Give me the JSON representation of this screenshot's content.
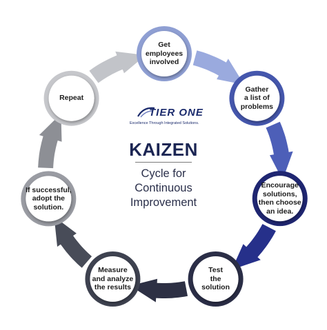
{
  "logo": {
    "wordmark": "TIER ONE",
    "tagline": "Excellence Through Integrated Solutions."
  },
  "center": {
    "title": "KAIZEN",
    "subtitle": "Cycle for\nContinuous\nImprovement"
  },
  "steps": [
    {
      "label": "Get\nemployees\ninvolved",
      "circle_color": "#8f9fd3",
      "arrow_color": "#9aaade"
    },
    {
      "label": "Gather\na list of\nproblems",
      "circle_color": "#4557ad",
      "arrow_color": "#4d5fb8"
    },
    {
      "label": "Encourage\nsolutions,\nthen choose\nan idea.",
      "circle_color": "#1f2672",
      "arrow_color": "#26308a"
    },
    {
      "label": "Test\nthe\nsolution",
      "circle_color": "#2b2e47",
      "arrow_color": "#2d3044"
    },
    {
      "label": "Measure\nand analyze\nthe results",
      "circle_color": "#3e4250",
      "arrow_color": "#484c58"
    },
    {
      "label": "If successful,\nadopt the\nsolution.",
      "circle_color": "#9a9ca3",
      "arrow_color": "#8d8f95"
    },
    {
      "label": "Repeat",
      "circle_color": "#c6c7cb",
      "arrow_color": "#c2c4c9"
    }
  ]
}
